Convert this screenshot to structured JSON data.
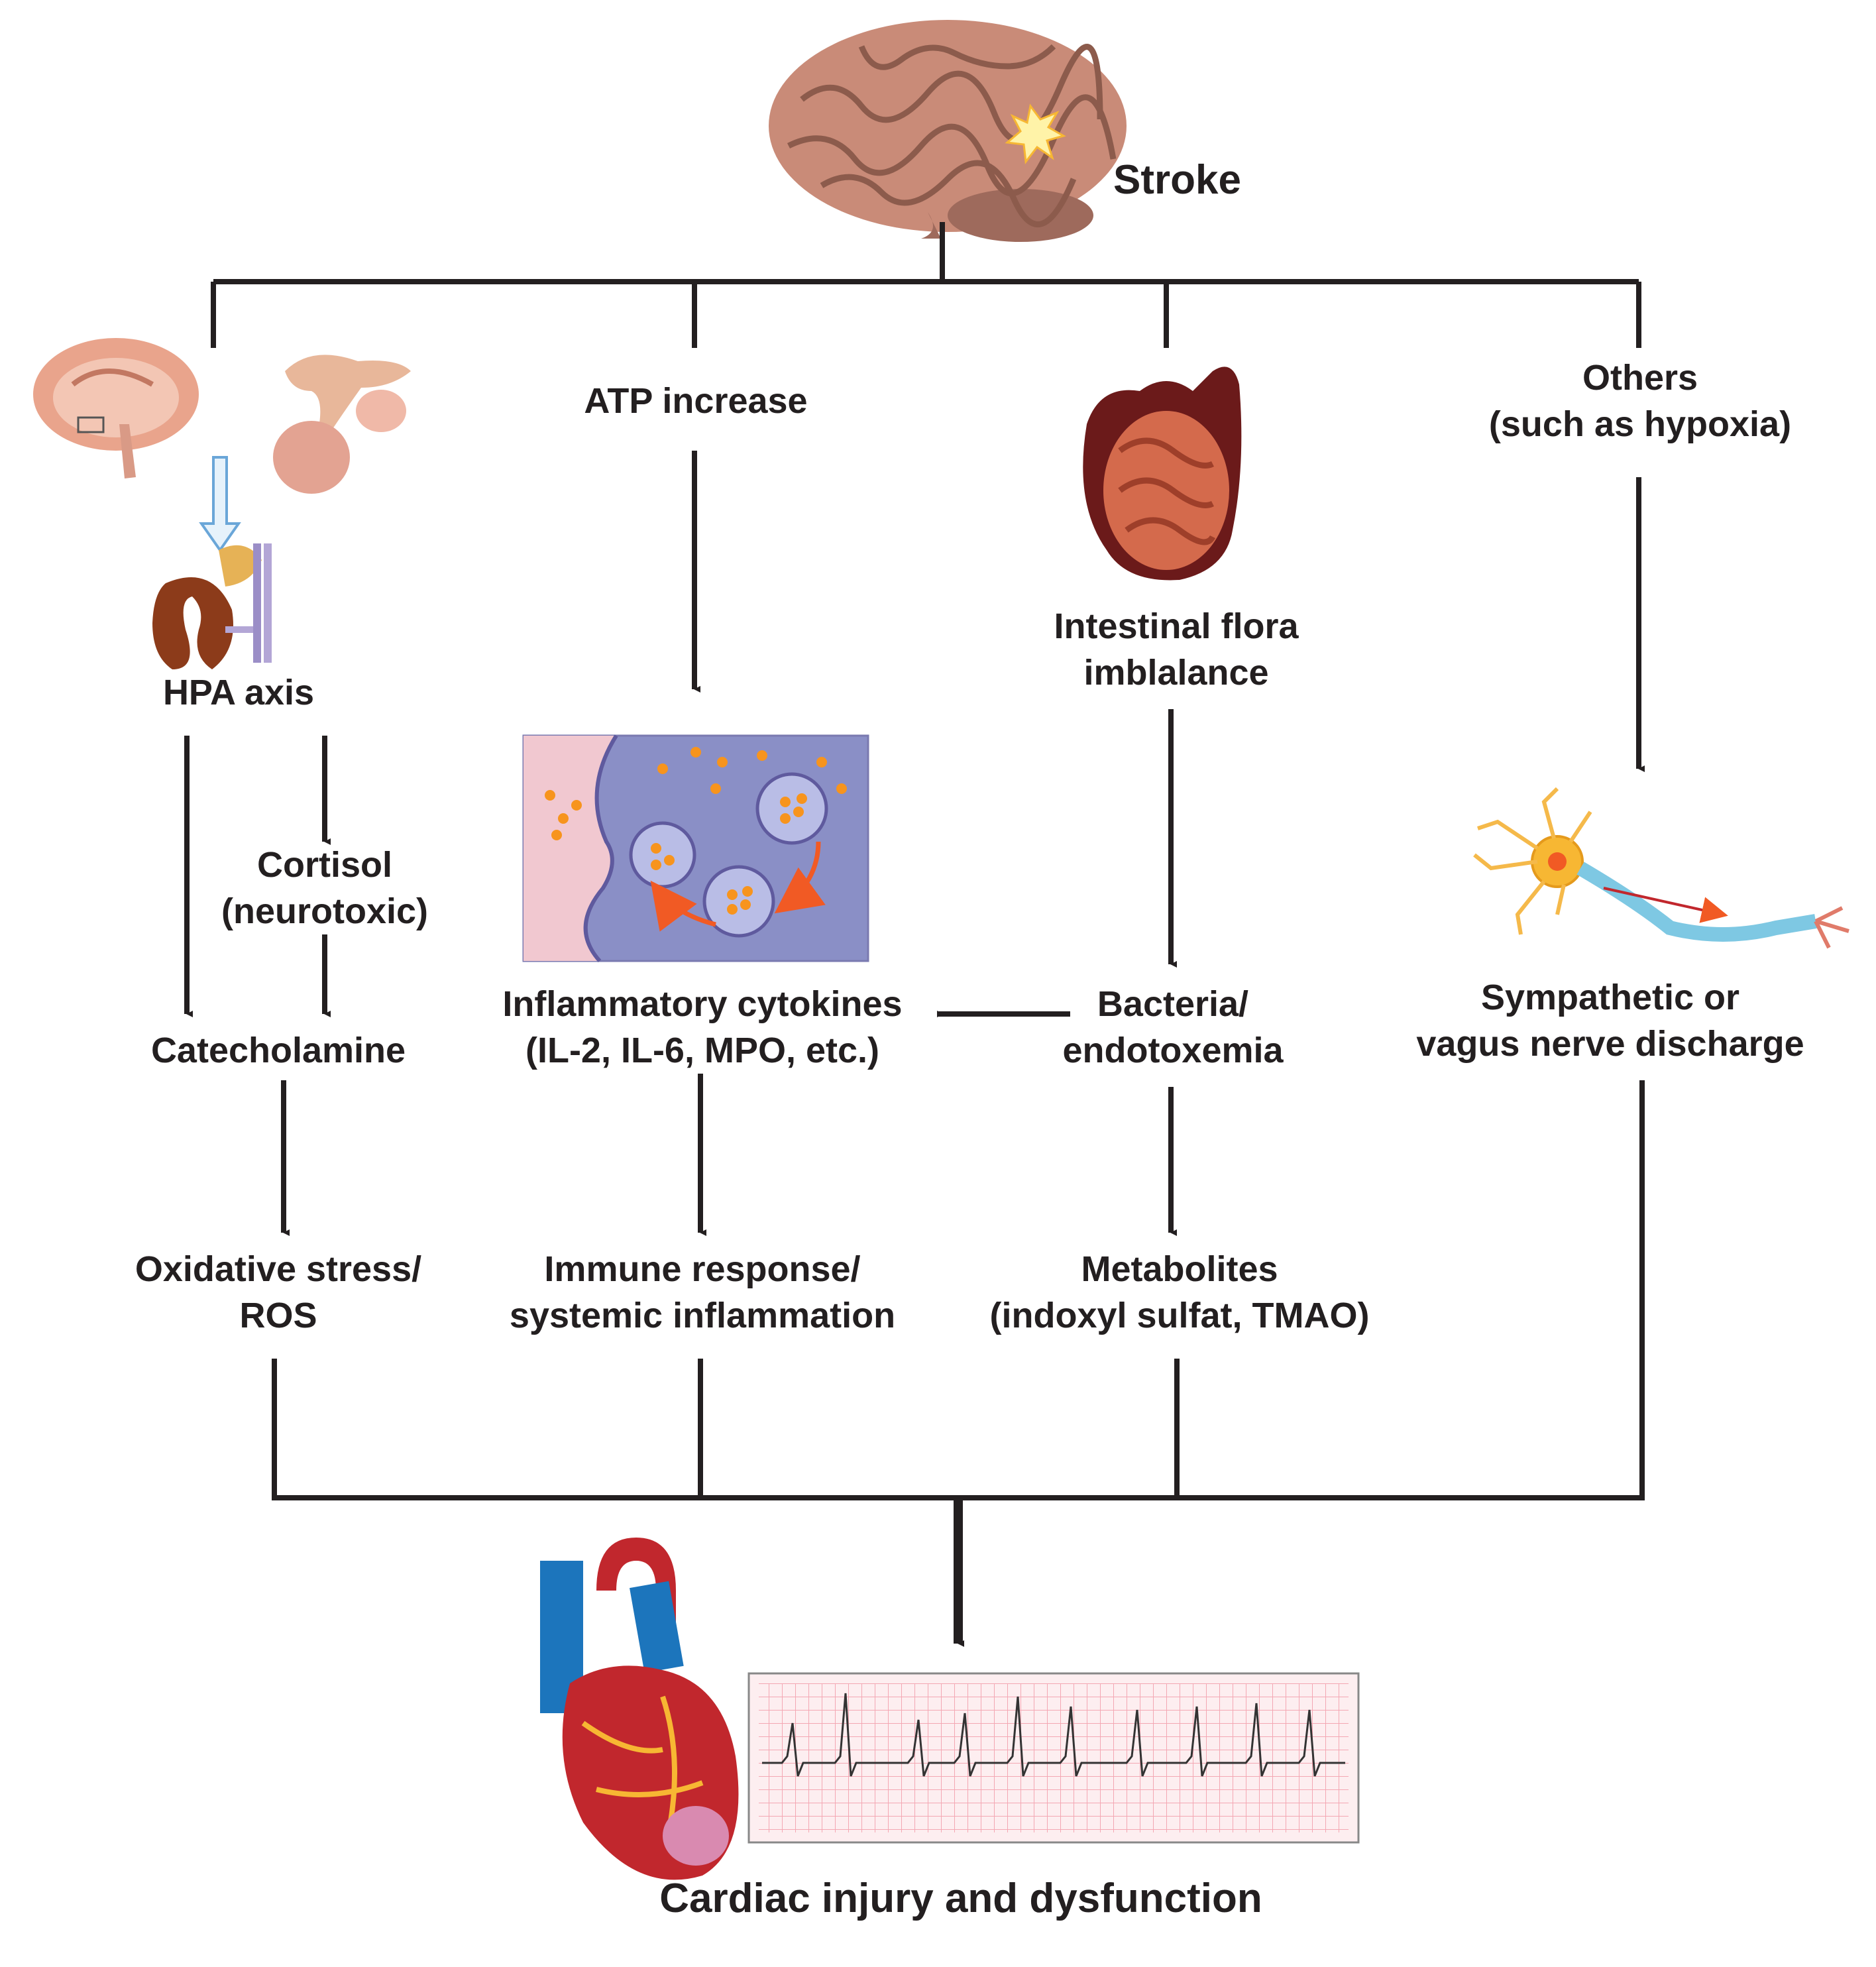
{
  "nodes": {
    "stroke": "Stroke",
    "hpa_axis": "HPA axis",
    "atp_increase": "ATP increase",
    "intestinal_flora": [
      "Intestinal flora",
      "imblalance"
    ],
    "others": [
      "Others",
      "(such as hypoxia)"
    ],
    "cortisol": [
      "Cortisol",
      "(neurotoxic)"
    ],
    "catecholamine": "Catecholamine",
    "inflammatory_cytokines": [
      "Inflammatory cytokines",
      "(IL-2, IL-6, MPO, etc.)"
    ],
    "bacteria": [
      "Bacteria/",
      "endotoxemia"
    ],
    "sympathetic": [
      "Sympathetic or",
      "vagus nerve discharge"
    ],
    "oxidative_stress": [
      "Oxidative stress/",
      "ROS"
    ],
    "immune_response": [
      "Immune response/",
      "systemic inflammation"
    ],
    "metabolites": [
      "Metabolites",
      "(indoxyl sulfat, TMAO)"
    ],
    "cardiac": "Cardiac injury and dysfunction"
  },
  "illustrations": {
    "brain": "brain-icon",
    "brain_sagittal": "brain-sagittal-icon",
    "pituitary": "pituitary-gland-icon",
    "kidney": "kidney-adrenal-icon",
    "synapse": "synapse-vesicle-icon",
    "intestine": "intestine-icon",
    "neuron": "neuron-icon",
    "heart": "heart-icon",
    "ecg": "ecg-strip-icon"
  },
  "colors": {
    "line": "#231f20",
    "brain": "#c98b78",
    "synapse_bg": "#8a8fc6",
    "synapse_left": "#f1c8d0",
    "vesicle_dot": "#f7941d",
    "arrow_orange": "#f15a24",
    "intestine": "#c0603f",
    "heart_red": "#c1272d",
    "vein_blue": "#1c75bc",
    "ecg_grid": "#f4a7b3"
  }
}
